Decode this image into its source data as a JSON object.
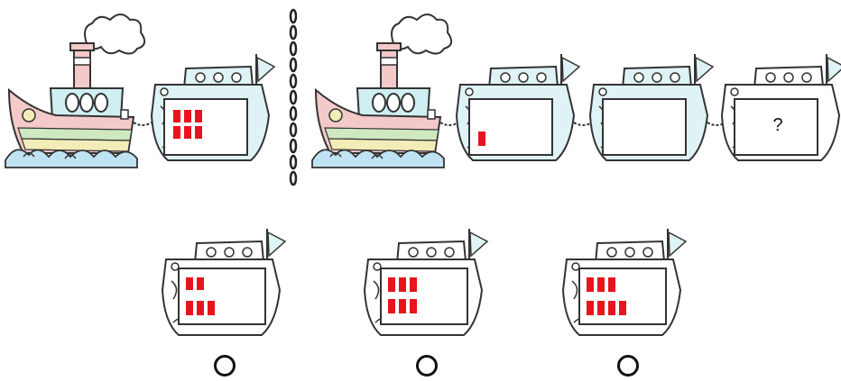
{
  "puzzle": {
    "unknown_label": "?",
    "example_train": {
      "wagon_blocks": 6,
      "block_layout": [
        3,
        3
      ]
    },
    "question_train": {
      "wagons": [
        {
          "blocks": 1,
          "block_layout": [
            1
          ]
        },
        {
          "blocks": 0,
          "block_layout": []
        },
        {
          "unknown": true
        }
      ]
    },
    "answer_options": [
      {
        "id": "option-1",
        "blocks": 5,
        "block_layout": [
          2,
          3
        ],
        "selected": false
      },
      {
        "id": "option-2",
        "blocks": 6,
        "block_layout": [
          3,
          3
        ],
        "selected": false
      },
      {
        "id": "option-3",
        "blocks": 7,
        "block_layout": [
          3,
          4
        ],
        "selected": false
      }
    ]
  },
  "colors": {
    "outline": "#333333",
    "block": "#e8141d",
    "steam_hull": "#f4c9c9",
    "steam_cabin": "#cfeff2",
    "stripe_green": "#cfe8c0",
    "stripe_yellow": "#f2ecb8",
    "wave": "#bfe3f3",
    "wagon_blue": "#dff3f6"
  },
  "icons": [
    "steam-boat-icon",
    "wagon-boat-icon",
    "chain-icon",
    "flag-icon",
    "porthole-icon"
  ]
}
